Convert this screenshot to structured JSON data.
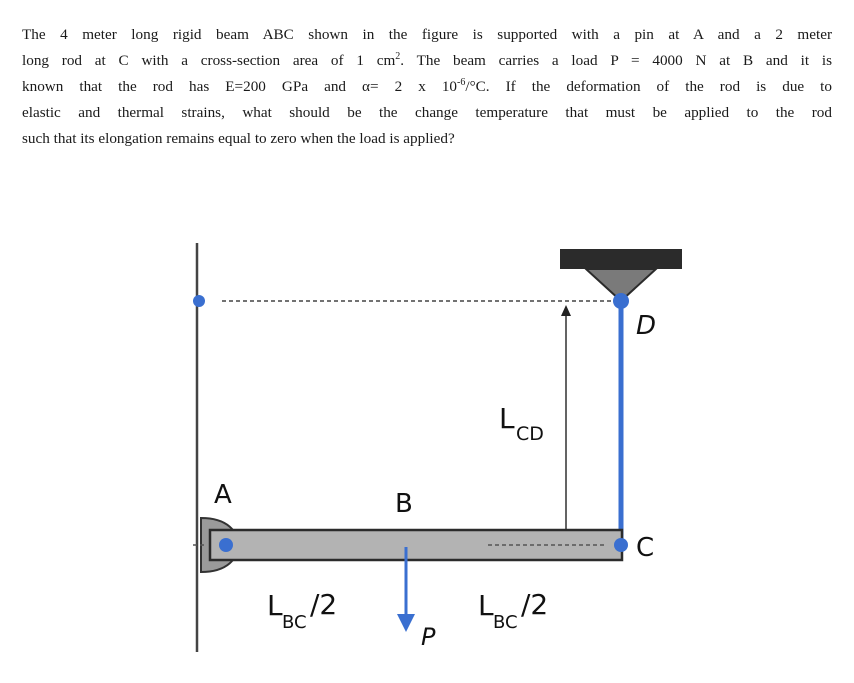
{
  "problem": {
    "lines": [
      "The 4 meter long rigid beam ABC shown in the figure is supported with a pin at A and a 2 meter",
      "long rod at C with a cross-section area of 1 cm",
      ". The beam carries a load P = 4000 N at B and it is",
      "known that the rod has E=200 GPa and α= 2 x 10",
      "/°C. If the deformation of the rod is due to",
      "elastic and thermal strains, what should be the change temperature that must be applied to the rod",
      "such that its elongation remains equal to zero when the load is applied?"
    ],
    "sup_area": "2",
    "sup_exp": "-6"
  },
  "diagram": {
    "labels": {
      "A": "A",
      "B": "B",
      "C": "C",
      "D": "D",
      "P": "P",
      "L": "L",
      "cd_sub": "CD",
      "bc_sub": "BC",
      "half": "/2"
    },
    "colors": {
      "beam": "#b3b3b3",
      "rod": "#3a6fd0",
      "pin": "#3a6fd0",
      "support": "#2b2b2b",
      "wall": "#444444"
    }
  }
}
